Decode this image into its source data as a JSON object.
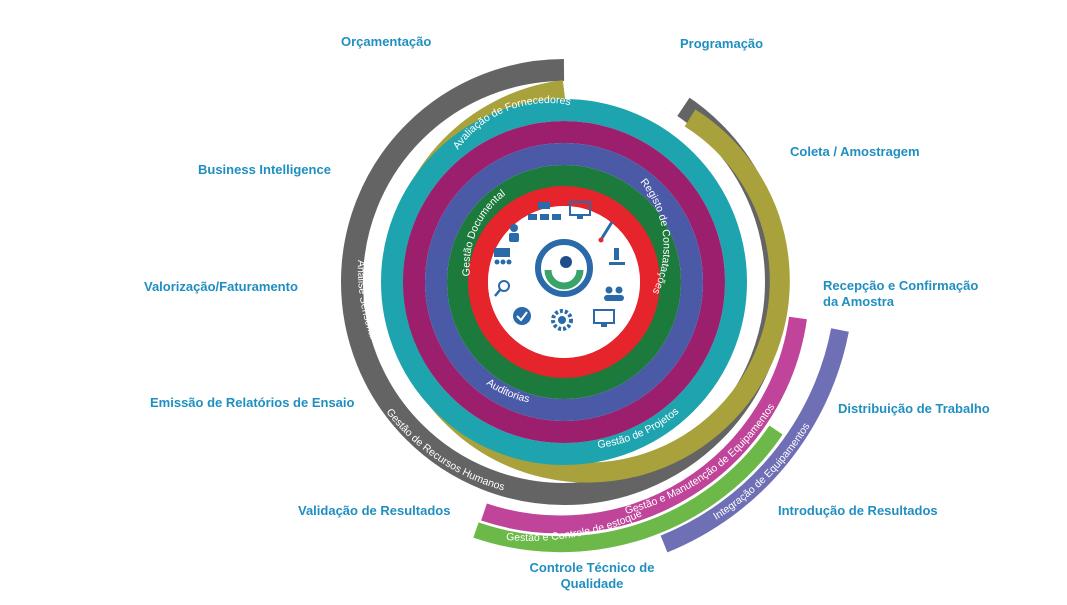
{
  "outer_labels": {
    "orcamentacao": "Orçamentação",
    "programacao": "Programação",
    "coleta": "Coleta / Amostragem",
    "business_intelligence": "Business Intelligence",
    "valorizacao": "Valorização/Faturamento",
    "recepcao": "Recepção e Confirmação da Amostra",
    "emissao": "Emissão de Relatórios de Ensaio",
    "distribuicao": "Distribuição de Trabalho",
    "validacao": "Validação de Resultados",
    "introducao": "Introdução de Resultados",
    "controle_tecnico": "Controle Técnico de Qualidade"
  },
  "ring_labels": {
    "gestao_documental": "Gestão Documental",
    "registo_constatacoes": "Registo de Constatações",
    "auditorias": "Auditorias",
    "gestao_projetos": "Gestão de Projetos",
    "avaliacao_fornecedores": "Avaliação de Fornecedores",
    "analise_sensorial": "Análise Sensorial",
    "gestao_recursos_humanos": "Gestão  de  Recursos Humanos",
    "gestao_manutencao": "Gestão e Manutenção de Equipamentos",
    "gestao_estoque": "Gestão e Controle de estoque",
    "integracao_equipamentos": "Integração de Equipamentos"
  },
  "colors": {
    "gray": "#646464",
    "olive": "#a9a23c",
    "teal": "#1ea4ae",
    "purple": "#9b1f6c",
    "blue": "#4a5aa6",
    "green": "#1c7a3c",
    "red": "#e6242b",
    "magenta": "#c0449a",
    "light_green": "#6cb94a",
    "violet": "#6f6fb5",
    "label_blue": "#1f8fc0"
  },
  "center_icons": [
    "people-icon",
    "org-chart-icon",
    "monitor-icon",
    "pipette-icon",
    "meeting-icon",
    "microscope-icon",
    "search-icon",
    "team-icon",
    "check-icon",
    "gear-icon",
    "monitor-chart-icon",
    "logo-icon"
  ]
}
